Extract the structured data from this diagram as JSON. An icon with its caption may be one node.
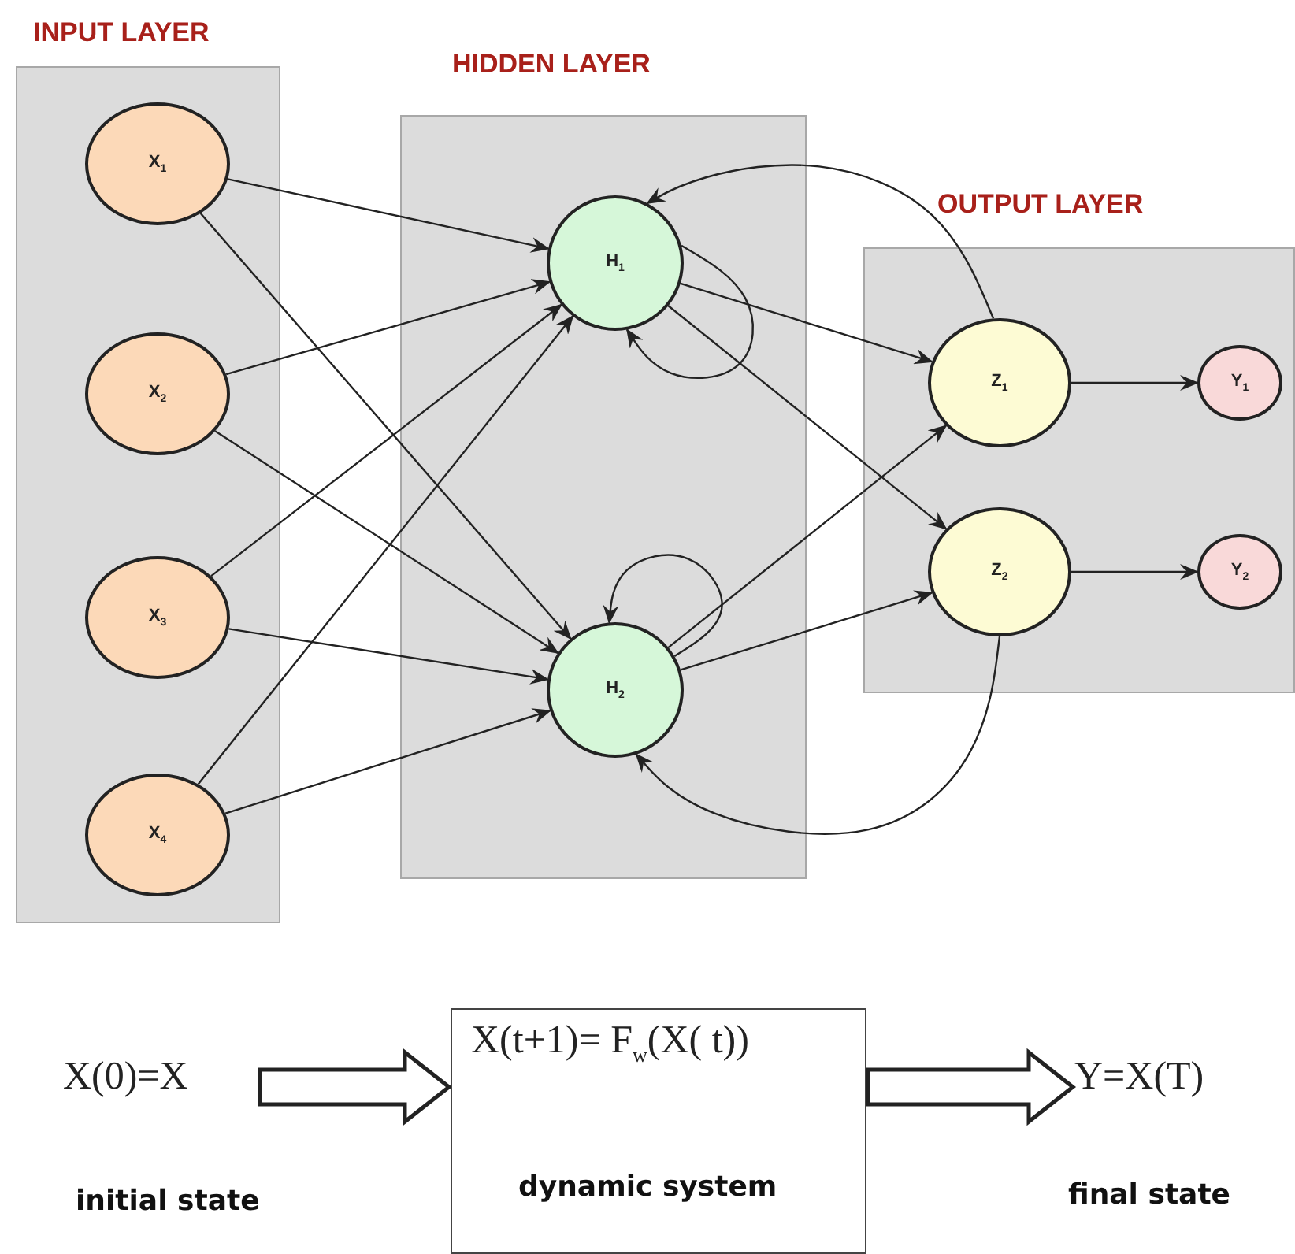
{
  "diagram": {
    "nodes": [
      {
        "text": [
          "INPUT LAYER"
        ]
      },
      {
        "text": [
          "X$_{1}$"
        ],
        "in": 0
      },
      {
        "text": [
          "X$_{2}$"
        ],
        "in": 0
      },
      {
        "text": [
          "X$_{3}$"
        ],
        "in": 0
      },
      {
        "text": [
          "X$_{4}$"
        ],
        "in": 0
      },
      {
        "text": [
          "HIDDEN LAYER"
        ]
      },
      {
        "text": [
          "H$_{1}$"
        ],
        "in": 5
      },
      {
        "text": [
          "H$_{2}$"
        ],
        "in": 5
      },
      {
        "text": [
          "OUTPUT LAYER"
        ]
      },
      {
        "text": [
          "Z$_{1}$"
        ],
        "in": 8
      },
      {
        "text": [
          "Z$_{2}$"
        ],
        "in": 8
      },
      {
        "text": [
          "Y$_{1}$"
        ],
        "in": 8
      },
      {
        "text": [
          "Y$_{2}$"
        ],
        "in": 8
      },
      {
        "text": [
          "X(0)=X"
        ],
        "beside": [
          "initial state"
        ]
      },
      {
        "text": [
          "X(t+1)= F$_{w}$(X( t))",
          "dynamic system"
        ]
      },
      {
        "text": [
          "Y=X(T)"
        ],
        "beside": [
          "final state"
        ]
      }
    ],
    "edges": [
      {
        "from": 1,
        "to": 6,
        "arrow": "to"
      },
      {
        "from": 1,
        "to": 7,
        "arrow": "to"
      },
      {
        "from": 2,
        "to": 6,
        "arrow": "to"
      },
      {
        "from": 2,
        "to": 7,
        "arrow": "to"
      },
      {
        "from": 3,
        "to": 6,
        "arrow": "to"
      },
      {
        "from": 3,
        "to": 7,
        "arrow": "to"
      },
      {
        "from": 4,
        "to": 6,
        "arrow": "to"
      },
      {
        "from": 4,
        "to": 7,
        "arrow": "to"
      },
      {
        "from": 6,
        "to": 9,
        "arrow": "to"
      },
      {
        "from": 6,
        "to": 10,
        "arrow": "to"
      },
      {
        "from": 7,
        "to": 9,
        "arrow": "to"
      },
      {
        "from": 7,
        "to": 10,
        "arrow": "to"
      },
      {
        "from": 9,
        "to": 11,
        "arrow": "to"
      },
      {
        "from": 10,
        "to": 12,
        "arrow": "to"
      },
      {
        "from": 6,
        "to": 6,
        "arrow": "to"
      },
      {
        "from": 7,
        "to": 7,
        "arrow": "to"
      },
      {
        "from": 9,
        "to": 6,
        "arrow": "to"
      },
      {
        "from": 10,
        "to": 7,
        "arrow": "to"
      },
      {
        "from": 13,
        "to": 14,
        "arrow": "to",
        "style": "thick"
      },
      {
        "from": 14,
        "to": 15,
        "arrow": "to",
        "style": "thick"
      }
    ]
  }
}
